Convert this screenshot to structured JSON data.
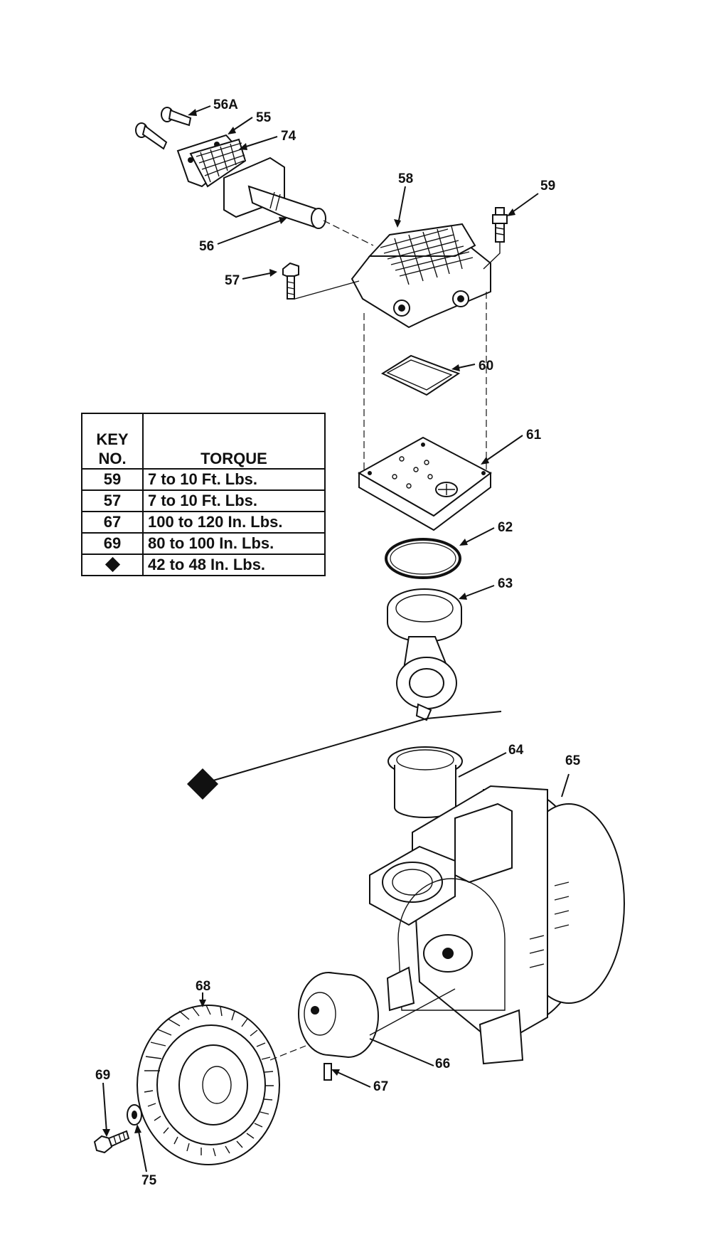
{
  "torque_table": {
    "header_key_line1": "KEY",
    "header_key_line2": "NO.",
    "header_torque": "TORQUE",
    "rows": [
      {
        "key": "59",
        "torque": "7 to 10 Ft. Lbs."
      },
      {
        "key": "57",
        "torque": "7 to 10 Ft. Lbs."
      },
      {
        "key": "67",
        "torque": "100 to 120 In. Lbs."
      },
      {
        "key": "69",
        "torque": "80 to 100 In. Lbs."
      },
      {
        "key": "diamond-symbol",
        "torque": "42 to 48 In. Lbs."
      }
    ]
  },
  "callouts": {
    "p56A": "56A",
    "p55": "55",
    "p74": "74",
    "p56": "56",
    "p57": "57",
    "p58": "58",
    "p59": "59",
    "p60": "60",
    "p61": "61",
    "p62": "62",
    "p63": "63",
    "p64": "64",
    "p65": "65",
    "p66": "66",
    "p67": "67",
    "p68": "68",
    "p69": "69",
    "p75": "75"
  },
  "colors": {
    "ink": "#111111",
    "paper": "#ffffff"
  }
}
